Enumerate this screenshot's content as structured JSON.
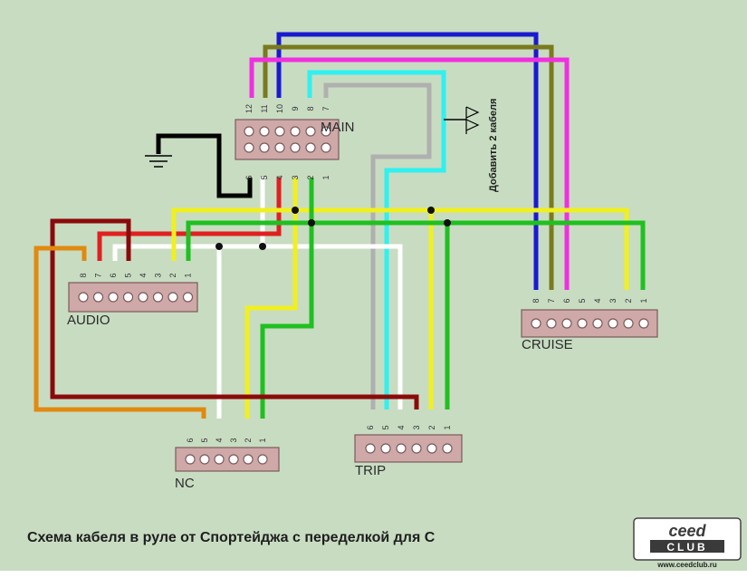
{
  "connectors": {
    "main": {
      "label": "MAIN",
      "top_pins": [
        "12",
        "11",
        "10",
        "9",
        "8",
        "7"
      ],
      "bottom_pins": [
        "6",
        "5",
        "4",
        "3",
        "2",
        "1"
      ]
    },
    "audio": {
      "label": "AUDIO",
      "pins": [
        "8",
        "7",
        "6",
        "5",
        "4",
        "3",
        "2",
        "1"
      ]
    },
    "cruise": {
      "label": "CRUISE",
      "pins": [
        "8",
        "7",
        "6",
        "5",
        "4",
        "3",
        "2",
        "1"
      ]
    },
    "nc": {
      "label": "NC",
      "pins": [
        "6",
        "5",
        "4",
        "3",
        "2",
        "1"
      ]
    },
    "trip": {
      "label": "TRIP",
      "pins": [
        "6",
        "5",
        "4",
        "3",
        "2",
        "1"
      ]
    }
  },
  "note": "Добавить 2 кабеля",
  "caption": "Схема кабеля в руле от Спортейджа с переделкой для С",
  "logo": {
    "line1": "ceed",
    "line2": "CLUB",
    "url": "www.ceedclub.ru"
  },
  "colors": {
    "background": "#ffffff",
    "panel": "#c8dcc2",
    "connector_fill": "#cfa8a8",
    "connector_border": "#7a5a5a",
    "blue": "#1a1ad0",
    "olive": "#7a7a1e",
    "magenta": "#f030e0",
    "cyan": "#30f0f0",
    "gray": "#b0b0b0",
    "yellow": "#f0f020",
    "green": "#20c020",
    "red": "#e02020",
    "white": "#ffffff",
    "black": "#000000",
    "darkred": "#8a0a0a",
    "orange": "#e08a10"
  }
}
